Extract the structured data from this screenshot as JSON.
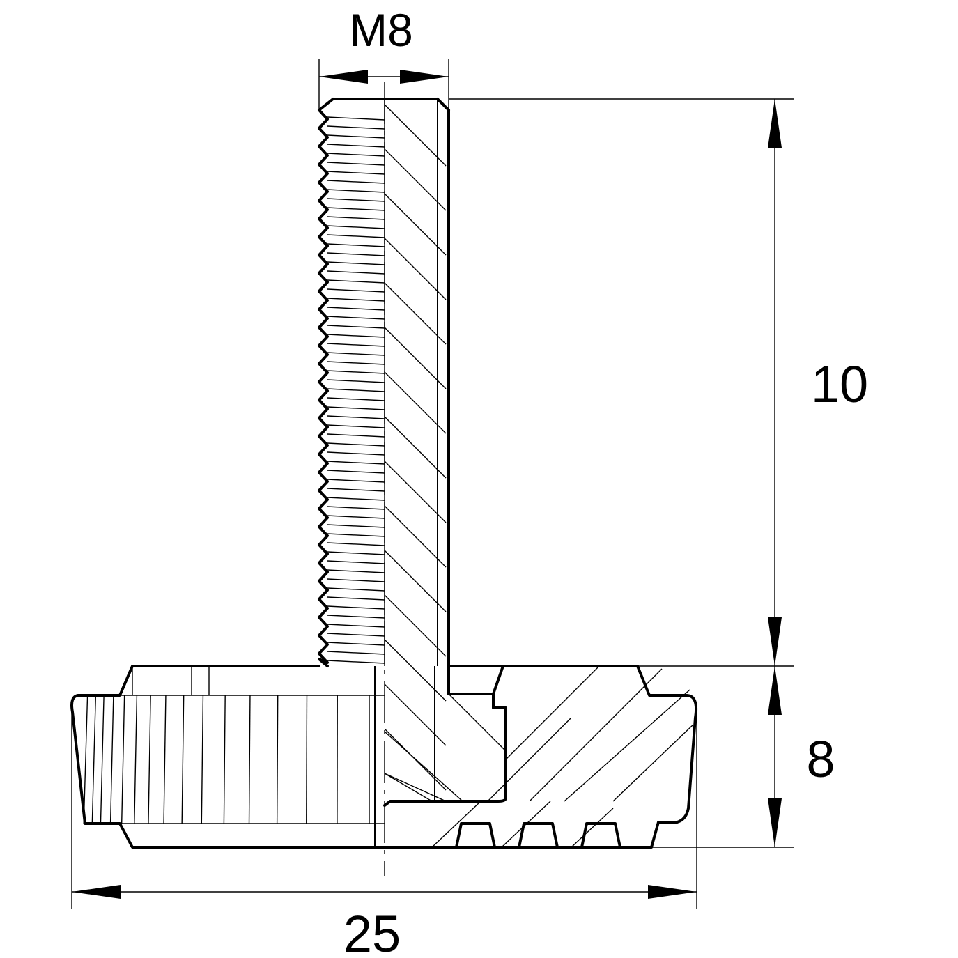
{
  "drawing": {
    "part": "leveling-foot",
    "thread_label": "M8",
    "height_upper_label": "10",
    "height_lower_label": "8",
    "width_label": "25",
    "line_color": "#000000",
    "background_color": "#ffffff"
  }
}
